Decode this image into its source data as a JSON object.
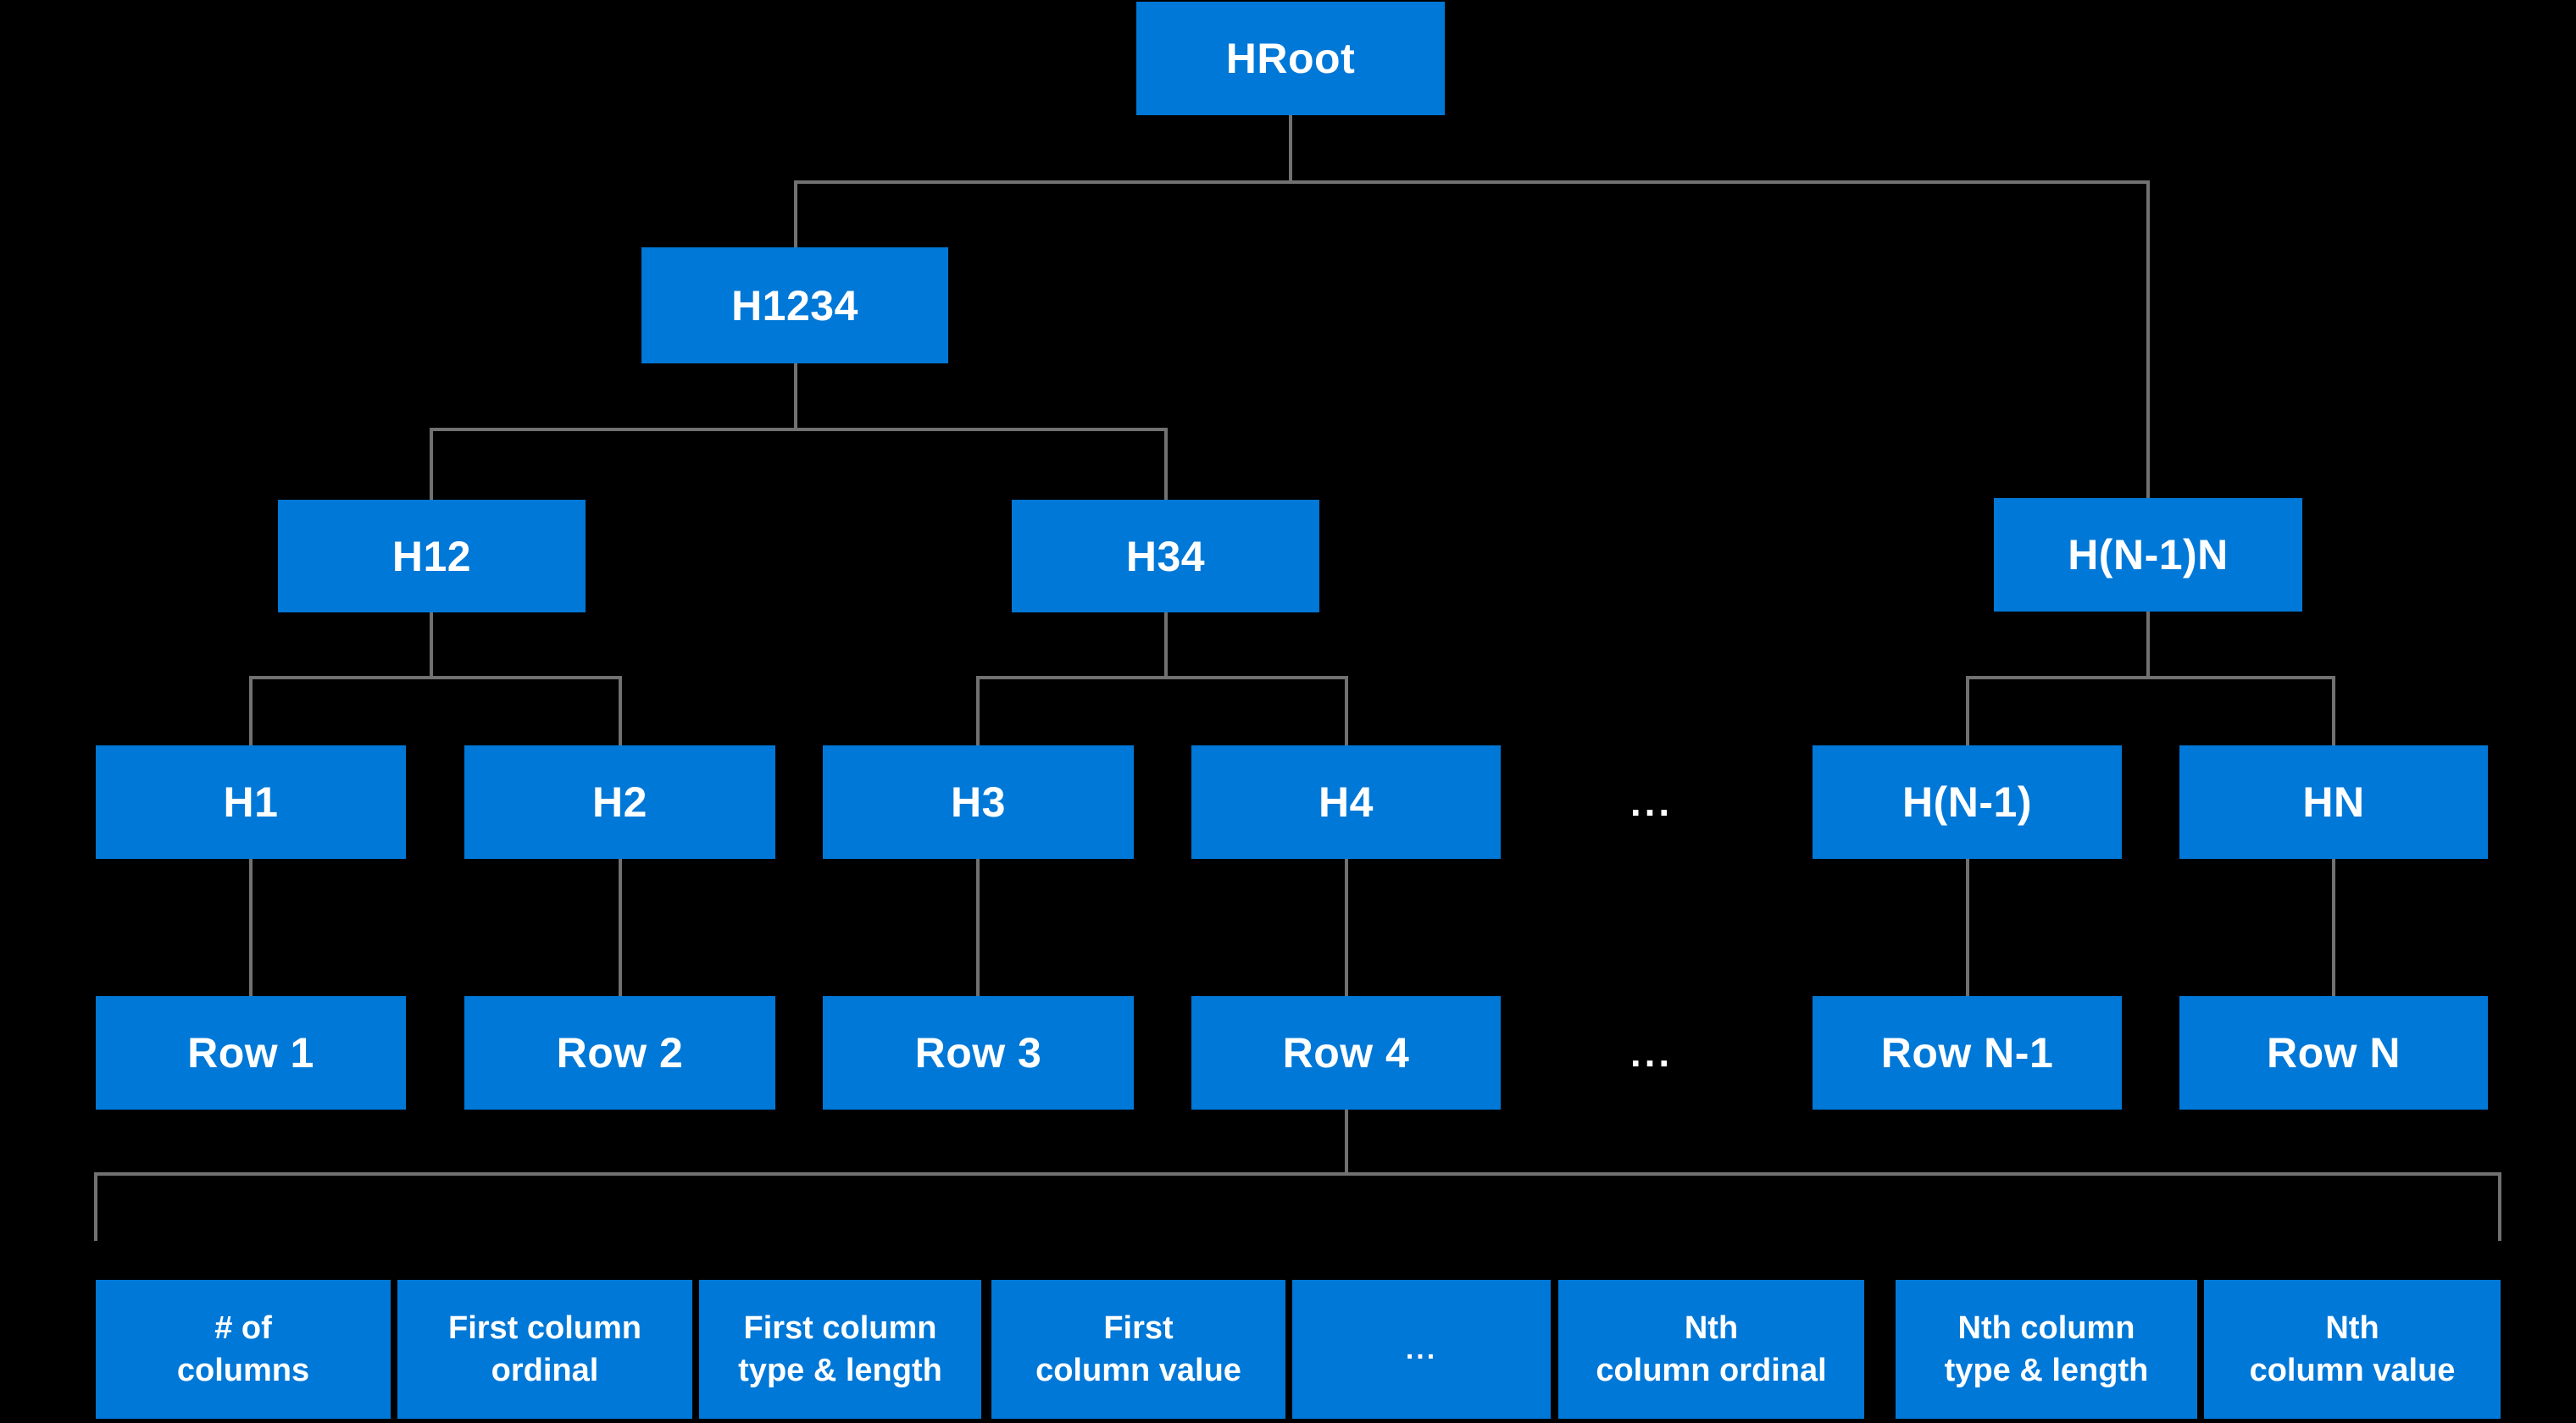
{
  "colors": {
    "background": "#000000",
    "node_fill": "#0078D7",
    "node_text": "#FFFFFF",
    "connector": "#717171"
  },
  "diagram": {
    "nodes": {
      "hroot": "HRoot",
      "h1234": "H1234",
      "h12": "H12",
      "h34": "H34",
      "hn1n": "H(N-1)N",
      "h1": "H1",
      "h2": "H2",
      "h3": "H3",
      "h4": "H4",
      "hn1": "H(N-1)",
      "hn": "HN",
      "row1": "Row 1",
      "row2": "Row 2",
      "row3": "Row 3",
      "row4": "Row 4",
      "rown1": "Row N-1",
      "rown": "Row N"
    },
    "ellipsis": {
      "hash_level": "...",
      "row_level": "...",
      "field_level": "..."
    },
    "row_fields": [
      {
        "line1": "# of",
        "line2": "columns"
      },
      {
        "line1": "First column",
        "line2": "ordinal"
      },
      {
        "line1": "First column",
        "line2": "type & length"
      },
      {
        "line1": "First",
        "line2": "column value"
      },
      {
        "line1": "Nth",
        "line2": "column ordinal"
      },
      {
        "line1": "Nth column",
        "line2": "type & length"
      },
      {
        "line1": "Nth",
        "line2": "column value"
      }
    ]
  }
}
